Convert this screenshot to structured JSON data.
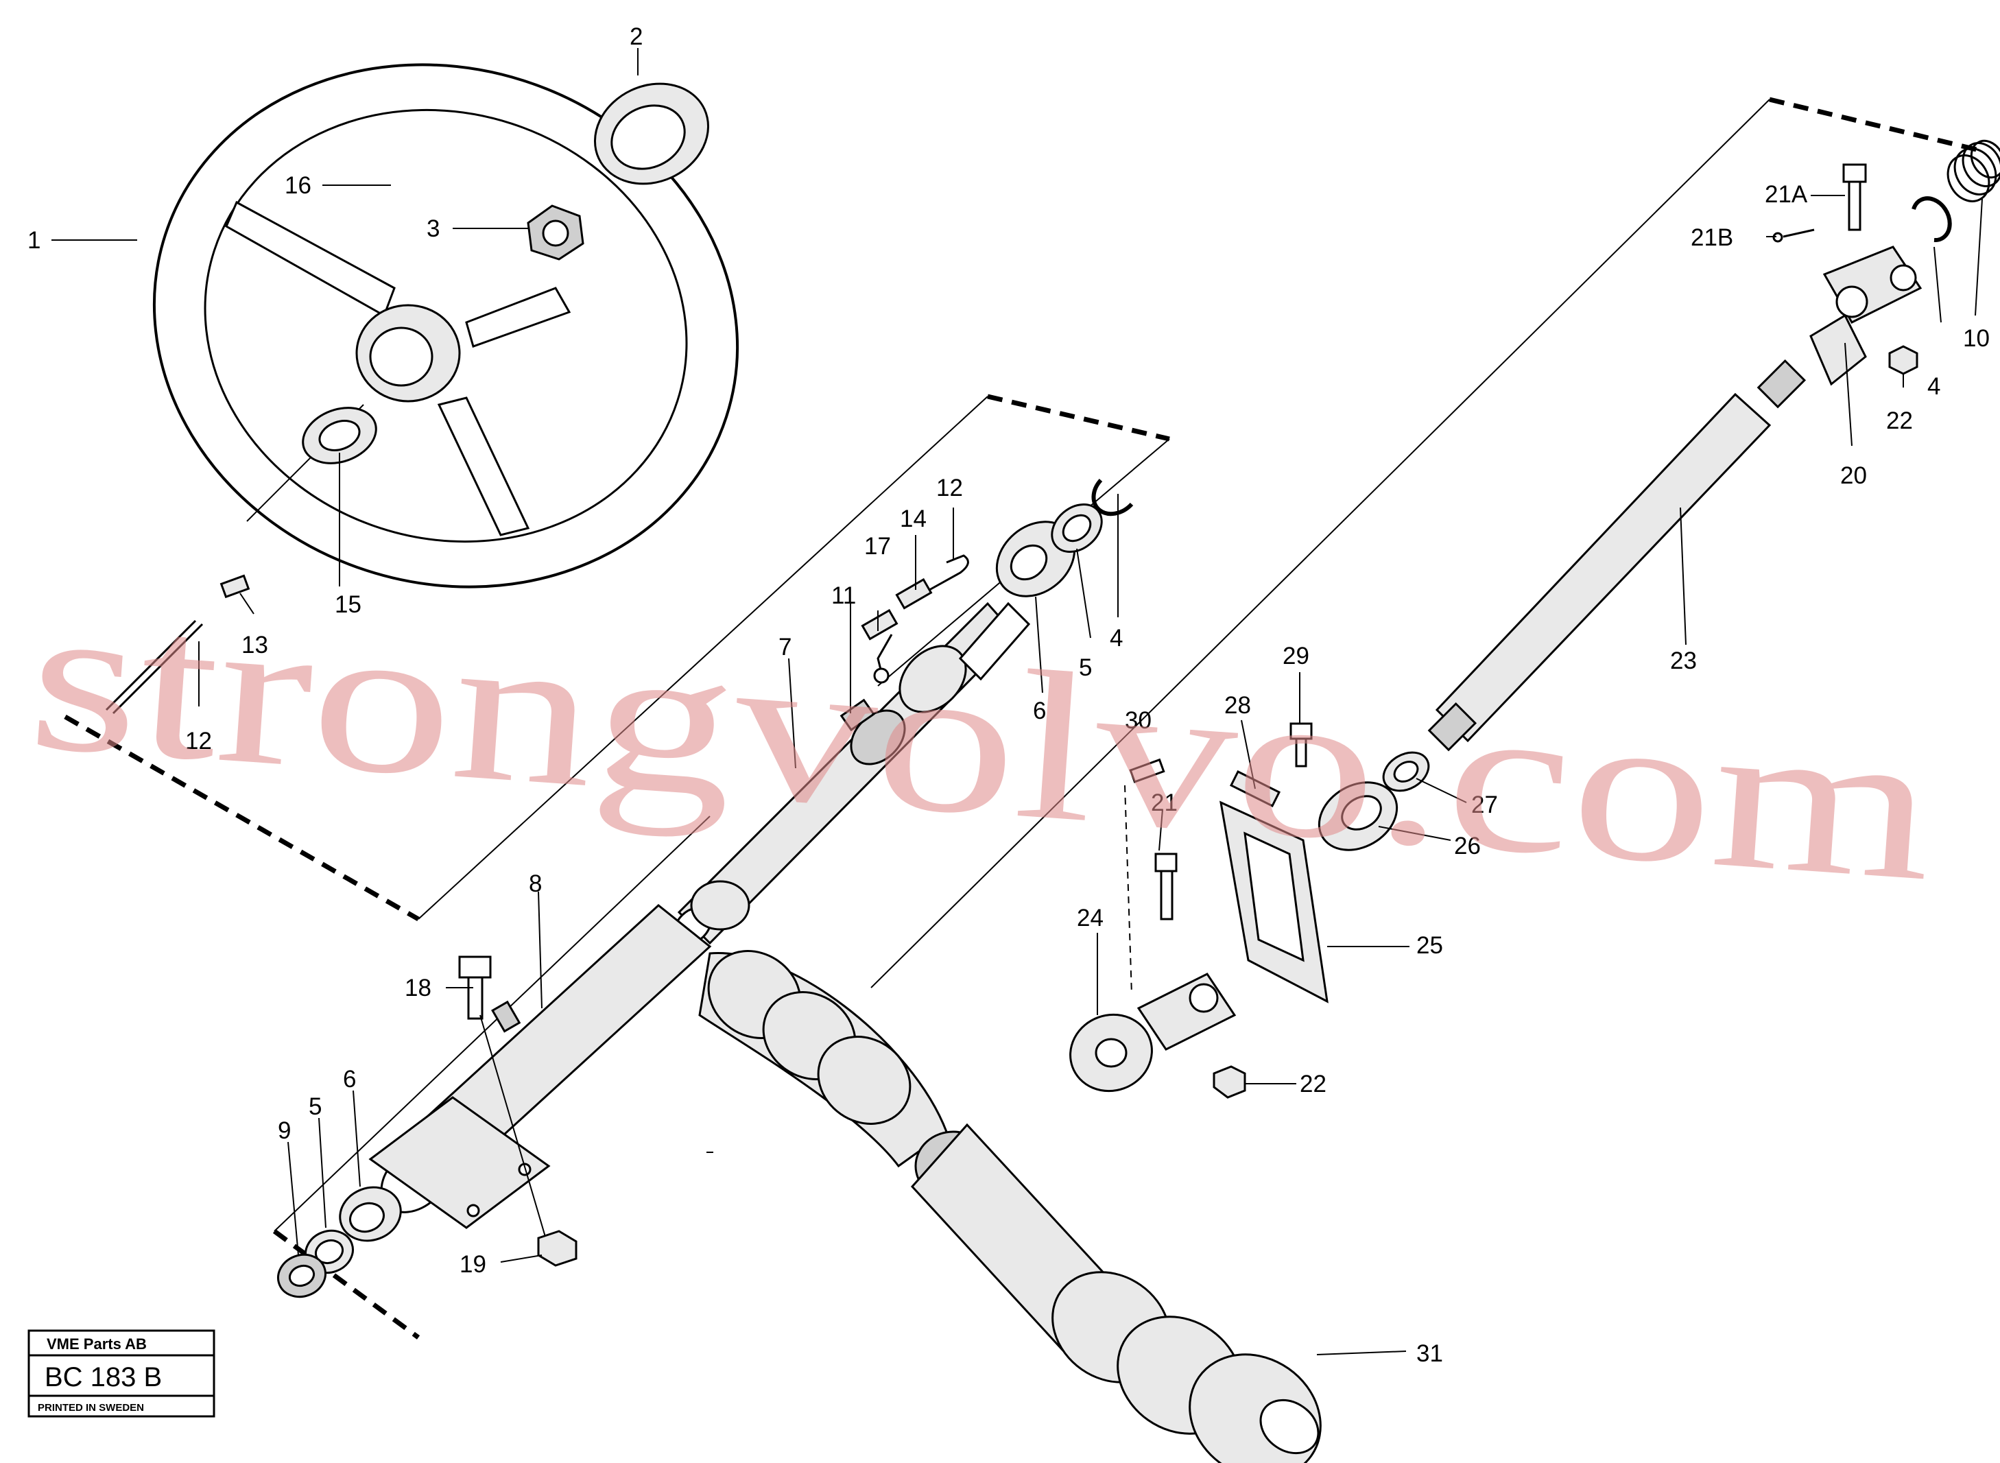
{
  "plate": {
    "company": "VME Parts AB",
    "code": "BC 183 B",
    "printed": "PRINTED IN SWEDEN"
  },
  "watermark": "strongvolvo.com",
  "callouts": [
    "1",
    "2",
    "3",
    "16",
    "15",
    "13",
    "12",
    "12",
    "17",
    "11",
    "14",
    "7",
    "6",
    "5",
    "4",
    "8",
    "18",
    "6",
    "5",
    "9",
    "19",
    "30",
    "21",
    "24",
    "28",
    "29",
    "25",
    "22",
    "27",
    "26",
    "23",
    "21A",
    "21B",
    "10",
    "4",
    "22",
    "20",
    "31"
  ]
}
